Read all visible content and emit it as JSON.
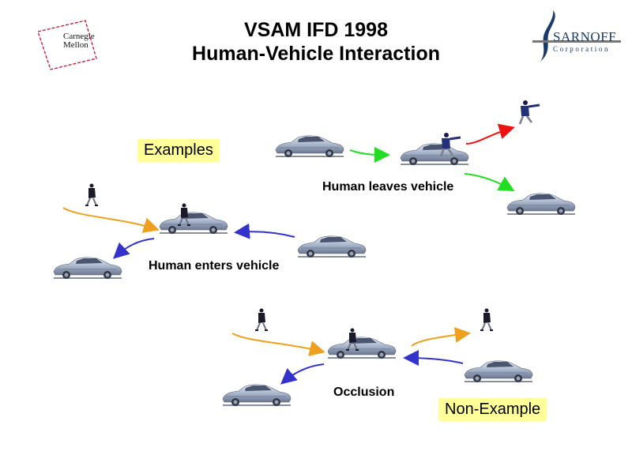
{
  "header": {
    "title_line1": "VSAM IFD 1998",
    "title_line2": "Human-Vehicle Interaction"
  },
  "logos": {
    "cmu": {
      "line1": "Carnegie",
      "line2": "Mellon",
      "accent": "#cc1133"
    },
    "sarnoff": {
      "name": "SARNOFF",
      "subtitle": "Corporation",
      "accent": "#1a3a6a"
    }
  },
  "tags": {
    "examples": "Examples",
    "non_example": "Non-Example",
    "background": "#ffff99"
  },
  "scenarios": {
    "leaves": {
      "caption": "Human leaves vehicle"
    },
    "enters": {
      "caption": "Human enters vehicle"
    },
    "occlusion": {
      "caption": "Occlusion"
    }
  },
  "arrow_colors": {
    "green": "#22dd22",
    "red": "#ee1111",
    "orange": "#f0a020",
    "blue": "#3333cc"
  },
  "icons": {
    "car": "car-icon",
    "person": "person-icon"
  }
}
